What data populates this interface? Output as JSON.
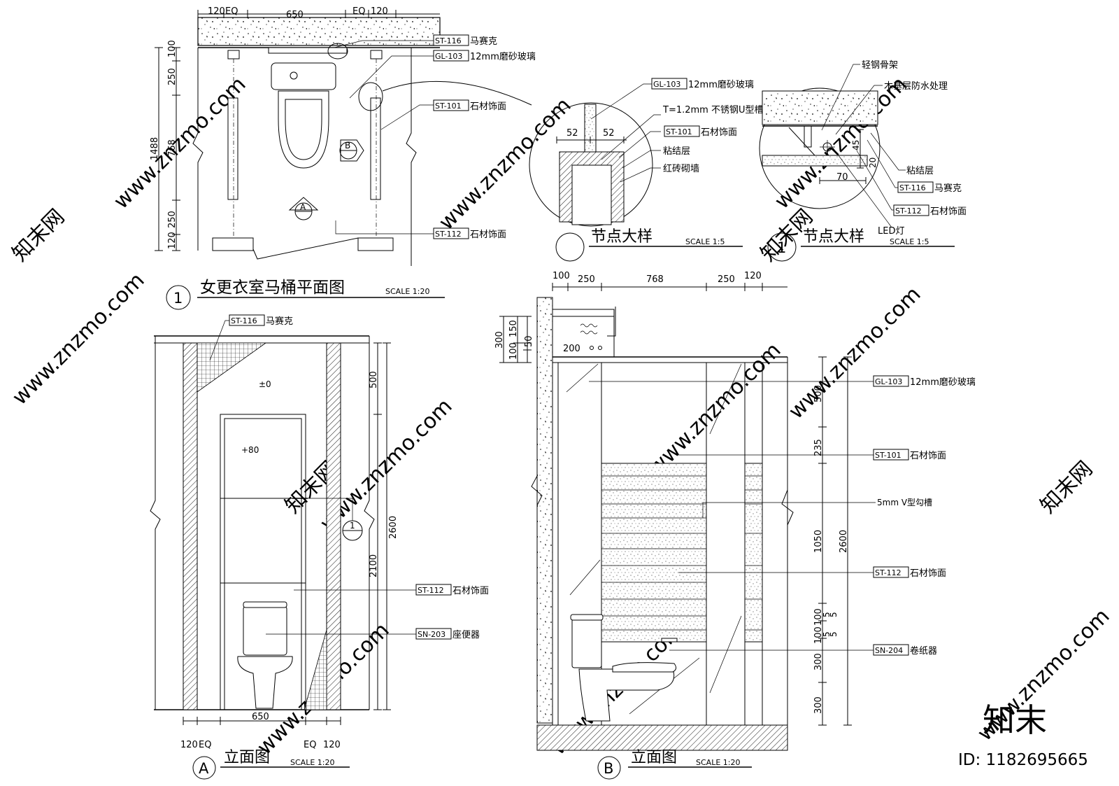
{
  "plan": {
    "title": "女更衣室马桶平面图",
    "scale": "SCALE 1:20",
    "number": "1",
    "top_dims": [
      "120",
      "EQ",
      "650",
      "EQ",
      "120"
    ],
    "left_dims": [
      "100",
      "250",
      "768",
      "250",
      "120"
    ],
    "total_dim": "1488",
    "section_b": "B",
    "section_a": "A",
    "callouts": [
      {
        "code": "ST-116",
        "text": "马赛克"
      },
      {
        "code": "GL-103",
        "text": "12mm磨砂玻璃"
      },
      {
        "code": "ST-101",
        "text": "石材饰面"
      },
      {
        "code": "ST-112",
        "text": "石材饰面"
      }
    ]
  },
  "detail1": {
    "title": "节点大样",
    "scale": "SCALE 1:5",
    "dims": [
      "52",
      "52"
    ],
    "callouts": [
      {
        "code": "GL-103",
        "text": "12mm磨砂玻璃"
      },
      {
        "code": "",
        "text": "T=1.2mm 不锈钢U型槽"
      },
      {
        "code": "ST-101",
        "text": "石材饰面"
      },
      {
        "code": "",
        "text": "粘结层"
      },
      {
        "code": "",
        "text": "红砖砌墙"
      }
    ]
  },
  "detail2": {
    "title": "节点大样",
    "scale": "SCALE 1:5",
    "number": "1",
    "dims": [
      "45",
      "20",
      "70"
    ],
    "callouts": [
      {
        "code": "",
        "text": "轻钢骨架"
      },
      {
        "code": "",
        "text": "木基层防水处理"
      },
      {
        "code": "",
        "text": "粘结层"
      },
      {
        "code": "ST-116",
        "text": "马赛克"
      },
      {
        "code": "ST-112",
        "text": "石材饰面"
      },
      {
        "code": "",
        "text": "LED灯"
      }
    ]
  },
  "elevA": {
    "title": "立面图",
    "scale": "SCALE 1:20",
    "letter": "A",
    "level_top": "±0",
    "level_door": "+80",
    "right_dims": [
      "500",
      "2100",
      "2600"
    ],
    "bottom_dims": [
      "650",
      "120",
      "EQ",
      "EQ",
      "120"
    ],
    "section_ref": "1",
    "callouts": [
      {
        "code": "ST-116",
        "text": "马赛克"
      },
      {
        "code": "ST-112",
        "text": "石材饰面"
      },
      {
        "code": "SN-203",
        "text": "座便器"
      }
    ]
  },
  "elevB": {
    "title": "立面图",
    "scale": "SCALE 1:20",
    "letter": "B",
    "top_dims": [
      "100",
      "250",
      "768",
      "250",
      "120"
    ],
    "ceiling_dims": [
      "300",
      "150",
      "100",
      "50",
      "200"
    ],
    "right_dims": [
      "500",
      "235",
      "1050",
      "100",
      "5",
      "5",
      "100",
      "5",
      "5",
      "300",
      "300",
      "2600"
    ],
    "callouts": [
      {
        "code": "GL-103",
        "text": "12mm磨砂玻璃"
      },
      {
        "code": "ST-101",
        "text": "石材饰面"
      },
      {
        "code": "",
        "text": "5mm V型勾槽"
      },
      {
        "code": "ST-112",
        "text": "石材饰面"
      },
      {
        "code": "SN-204",
        "text": "卷纸器"
      }
    ]
  },
  "watermark": {
    "site": "www.znzmo.com",
    "brand": "知末网",
    "logo": "知末",
    "id": "ID: 1182695665"
  }
}
